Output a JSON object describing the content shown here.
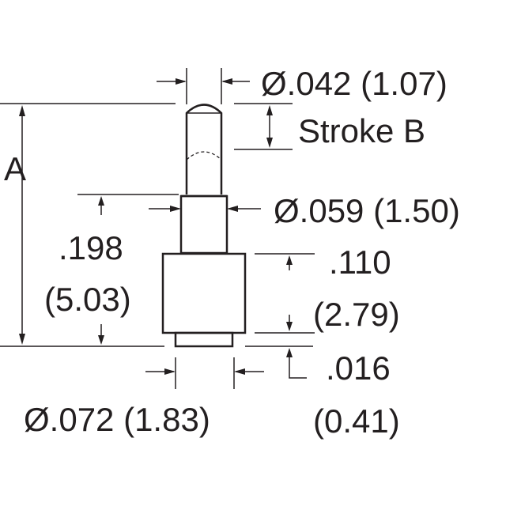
{
  "labels": {
    "tip_diameter": "Ø.042 (1.07)",
    "stroke": "Stroke B",
    "overall_length": "A",
    "barrel_diameter": "Ø.059 (1.50)",
    "shoulder_height_in": ".198",
    "shoulder_height_mm": "(5.03)",
    "body_height_in": ".110",
    "body_height_mm": "(2.79)",
    "base_height_in": ".016",
    "base_height_mm": "(0.41)",
    "base_diameter": "Ø.072 (1.83)"
  }
}
